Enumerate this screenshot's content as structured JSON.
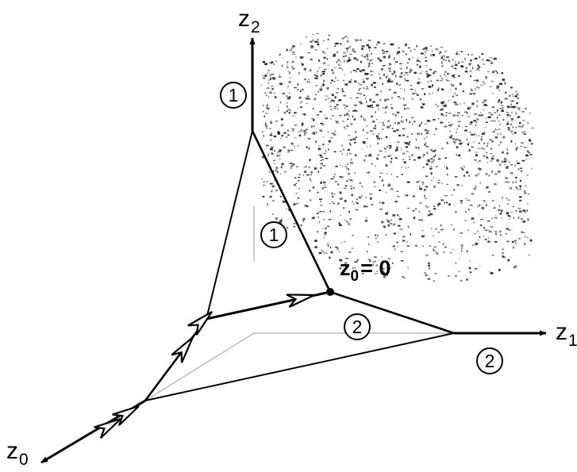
{
  "figure": {
    "axes": {
      "z0": {
        "base": "z",
        "sub": "0"
      },
      "z1": {
        "base": "z",
        "sub": "1"
      },
      "z2": {
        "base": "z",
        "sub": "2"
      }
    },
    "point_label": {
      "base": "z",
      "sub": "0",
      "rest": "= 0"
    },
    "region_labels": [
      "①",
      "①",
      "②",
      "②"
    ],
    "colors": {
      "ink": "#000000",
      "grid": "#9a9a9a",
      "shading": "#1a1a1a"
    }
  }
}
